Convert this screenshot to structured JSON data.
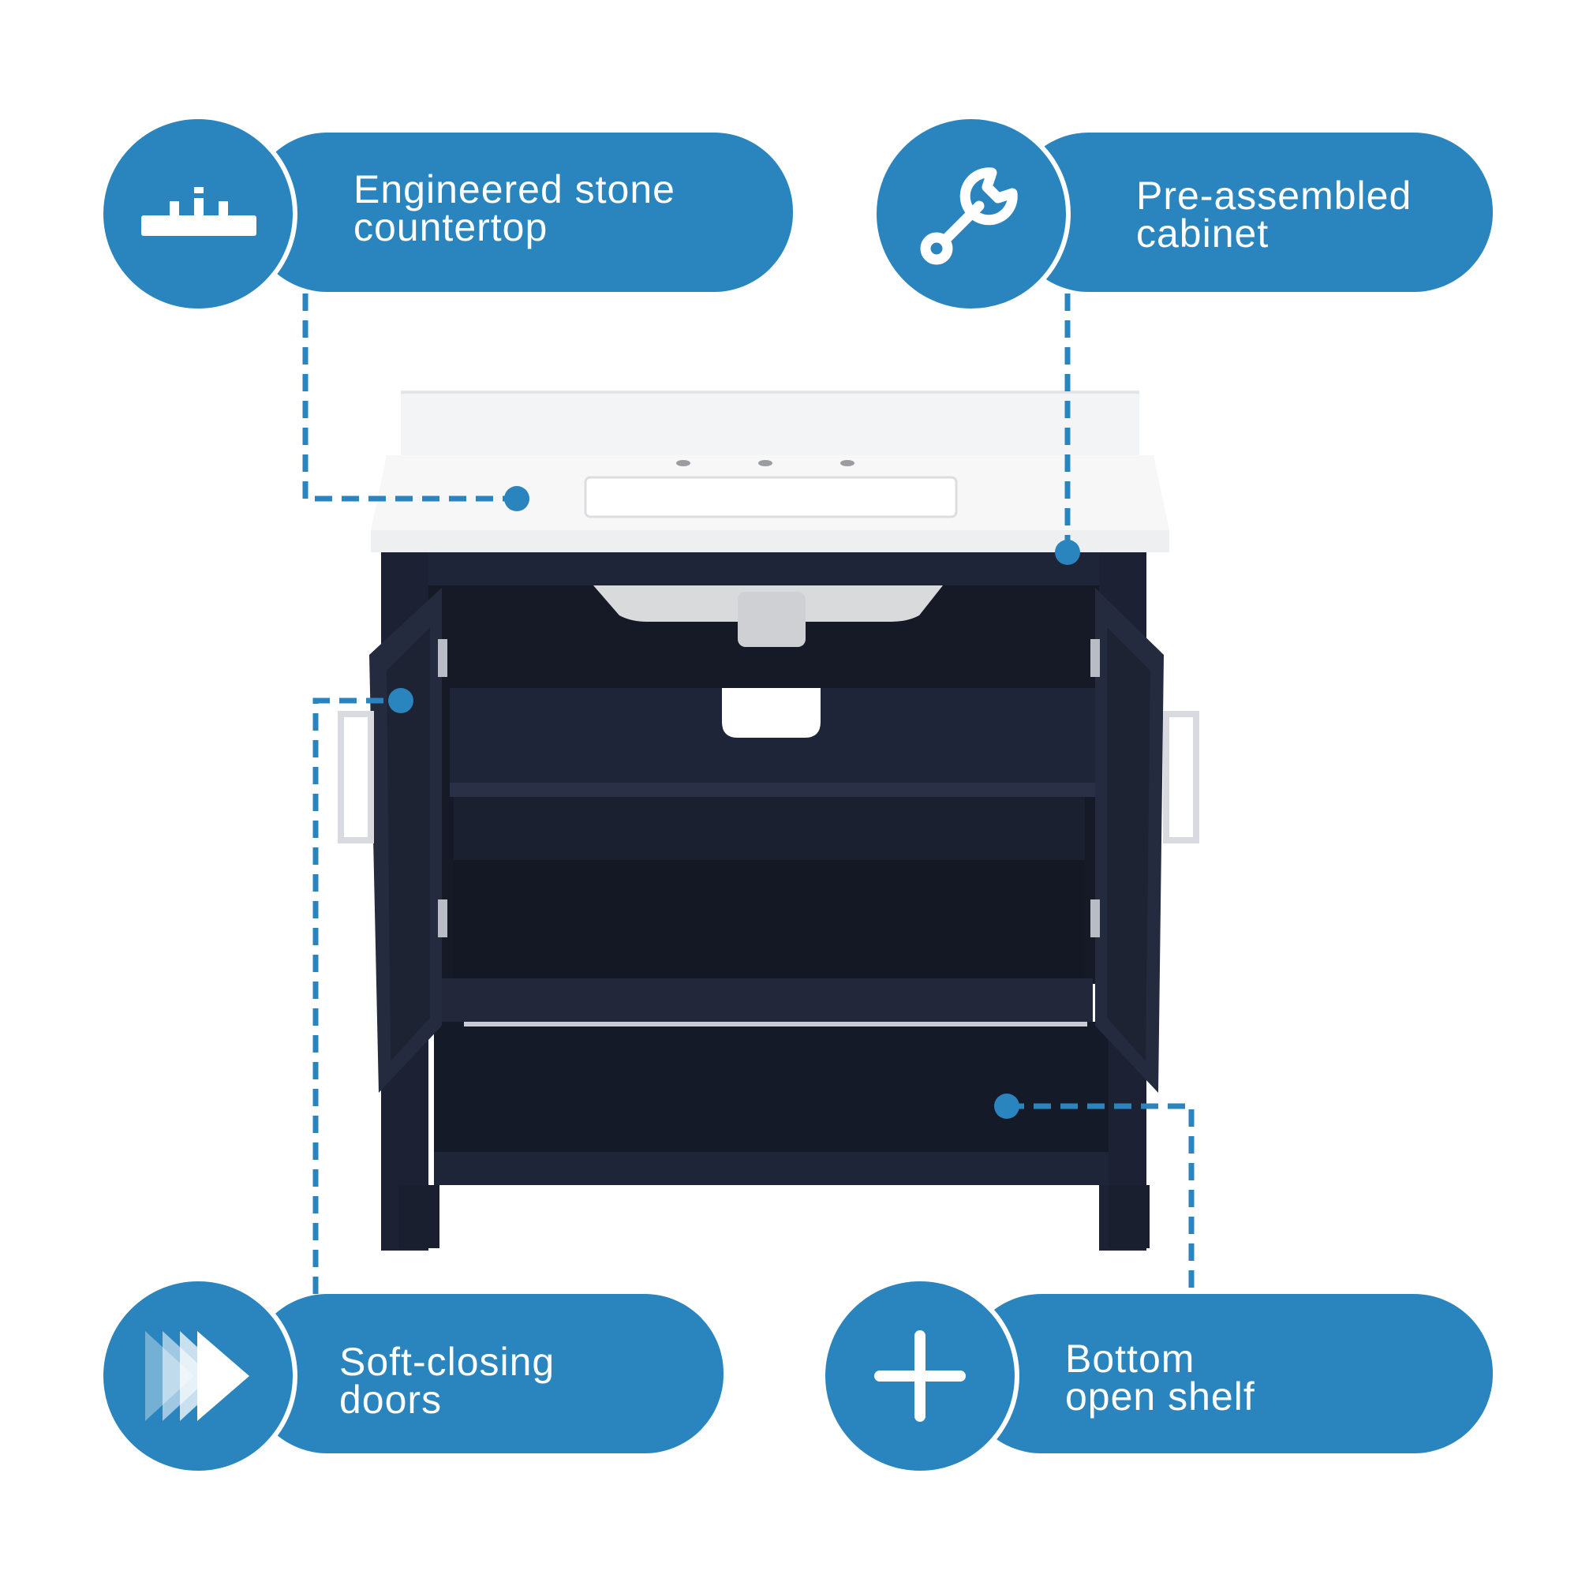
{
  "accent_color": "#2a85be",
  "cabinet_color": "#1f2538",
  "features": [
    {
      "icon": "countertop-faucet-icon",
      "line1": "Engineered stone",
      "line2": "countertop"
    },
    {
      "icon": "wrench-icon",
      "line1": "Pre-assembled",
      "line2": "cabinet"
    },
    {
      "icon": "fast-forward-icon",
      "line1": "Soft-closing",
      "line2": "doors"
    },
    {
      "icon": "plus-icon",
      "line1": "Bottom",
      "line2": "open shelf"
    }
  ]
}
